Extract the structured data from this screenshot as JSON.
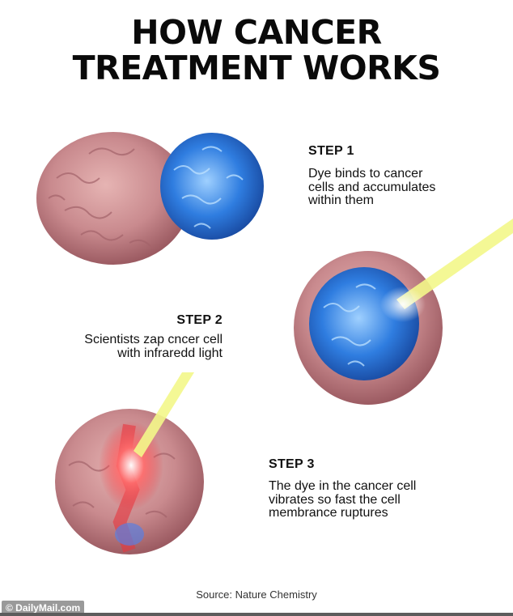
{
  "title": {
    "line1": "HOW CANCER",
    "line2": "TREATMENT WORKS"
  },
  "steps": [
    {
      "label": "STEP 1",
      "lines": [
        "Dye binds to cancer",
        "cells and accumulates",
        "within them"
      ]
    },
    {
      "label": "STEP 2",
      "lines": [
        "Scientists zap cncer cell",
        "with infraredd light"
      ]
    },
    {
      "label": "STEP 3",
      "lines": [
        "The dye in the cancer cell",
        "vibrates so fast the cell",
        "membrance ruptures"
      ]
    }
  ],
  "source": "Source: Nature Chemistry",
  "watermark": "© DailyMail.com",
  "colors": {
    "cancer_cell": "#c98a8e",
    "dye_cell": "#2f7de0",
    "laser": "#f3f78a",
    "rupture": "#e8353d"
  }
}
